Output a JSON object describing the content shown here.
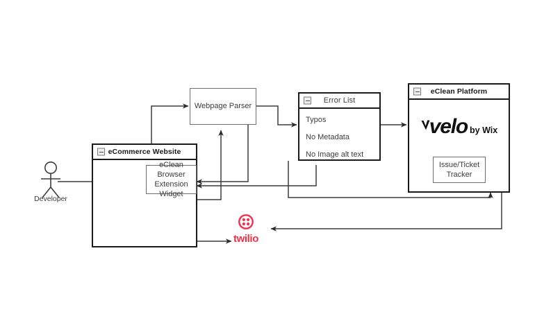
{
  "diagram": {
    "title": "eClean system architecture diagram",
    "background_color": "#ffffff",
    "line_color": "#3c3c3c",
    "frame_color": "#1a1a1a"
  },
  "actor": {
    "label": "Developer",
    "icon": "stick-figure-actor-icon"
  },
  "components": {
    "ecommerce_website": {
      "title": "eCommerce Website",
      "collapse_icon": "collapse-minus-icon",
      "widget": {
        "line1": "eClean Browser",
        "line2": "Extension",
        "line3": "Widget"
      }
    },
    "webpage_parser": {
      "label": "Webpage Parser"
    },
    "error_list": {
      "title": "Error List",
      "collapse_icon": "collapse-minus-icon",
      "items": [
        "Typos",
        "No Metadata",
        "No Image alt text"
      ]
    },
    "eclean_platform": {
      "title": "eClean Platform",
      "collapse_icon": "collapse-minus-icon",
      "logo": {
        "mark": "velo",
        "suffix": "by Wix"
      },
      "tracker": {
        "line1": "Issue/Ticket",
        "line2": "Tracker"
      }
    },
    "twilio": {
      "wordmark": "twilio",
      "icon": "twilio-circle-grid-icon",
      "color": "#F22F46"
    }
  }
}
